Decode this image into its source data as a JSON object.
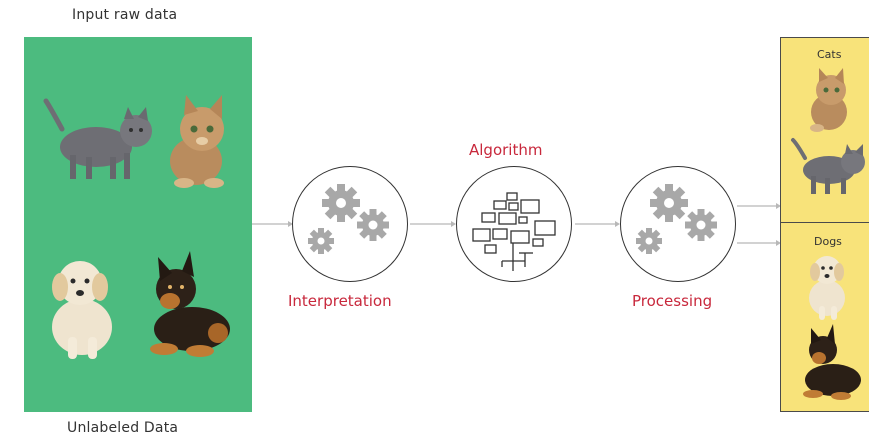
{
  "input_label": "Input raw data",
  "unlabeled_label": "Unlabeled Data",
  "steps": {
    "interpretation": "Interpretation",
    "algorithm": "Algorithm",
    "processing": "Processing"
  },
  "output": {
    "cats_label": "Cats",
    "dogs_label": "Dogs"
  },
  "colors": {
    "input_panel": "#4cbb7f",
    "output_panel": "#f8e37a",
    "accent_red": "#c8283c",
    "gear_gray": "#a8a8a8",
    "arrow_gray": "#b8b8b8"
  }
}
